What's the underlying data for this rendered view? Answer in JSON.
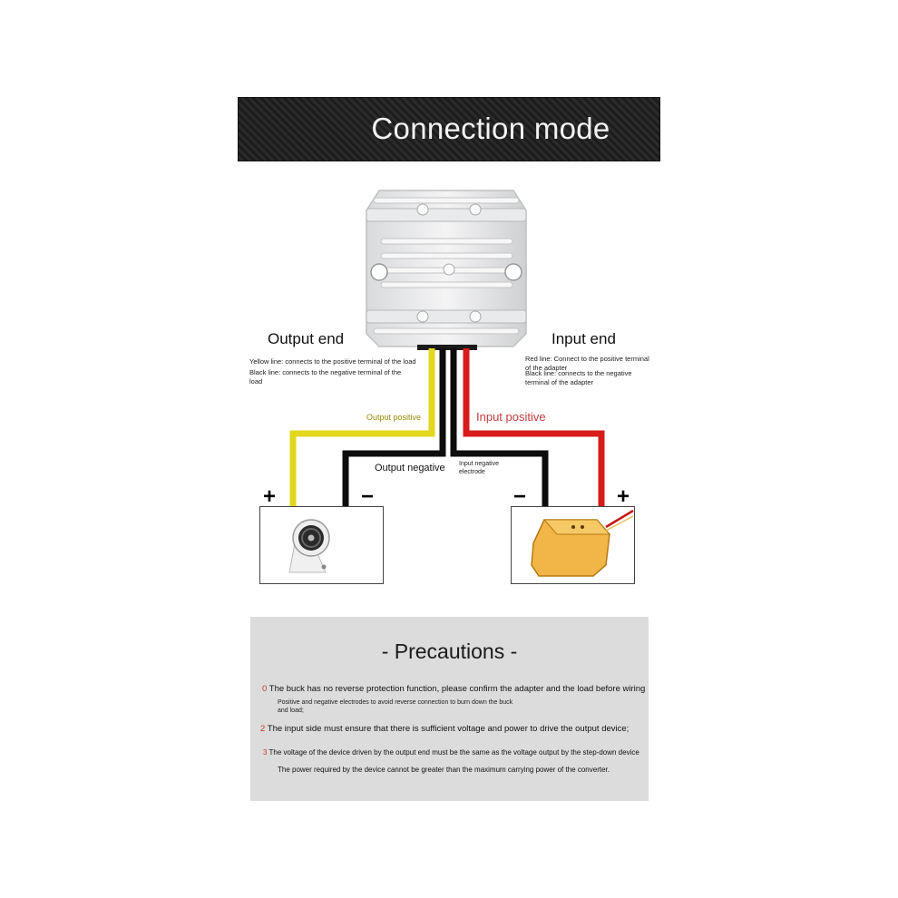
{
  "banner": {
    "title": "Connection mode"
  },
  "output_end": {
    "label": "Output end",
    "note_yellow": "Yellow line: connects to the positive terminal of the load",
    "note_black": "Black line: connects to the negative terminal of the load",
    "positive_label": "Output positive",
    "negative_label": "Output negative",
    "plus": "+",
    "minus": "−"
  },
  "input_end": {
    "label": "Input end",
    "note_red": "Red line: Connect to the positive terminal of the adapter",
    "note_black": "Black line: connects to the negative terminal of the adapter",
    "positive_label": "Input positive",
    "negative_label": "Input negative electrode",
    "plus": "+",
    "minus": "−"
  },
  "wire_colors": {
    "yellow": "#e3d71d",
    "black": "#0d0d0d",
    "red": "#d81b1b"
  },
  "precautions": {
    "title": "- Precautions -",
    "items": [
      {
        "num": "0",
        "text": "The buck has no reverse protection function, please confirm the adapter and the load before wiring"
      },
      {
        "num": "",
        "text": "Positive and negative electrodes to avoid reverse connection to burn down the buck"
      },
      {
        "num": "",
        "text": "and load;"
      },
      {
        "num": "2",
        "text": "The input side must ensure that there is sufficient voltage and power to drive the output device;"
      },
      {
        "num": "3",
        "text": "The voltage of the device driven by the output end must be the same as the voltage output by the step-down device"
      },
      {
        "num": "",
        "text": "The power required by the device cannot be greater than the maximum carrying power of the converter."
      }
    ]
  }
}
